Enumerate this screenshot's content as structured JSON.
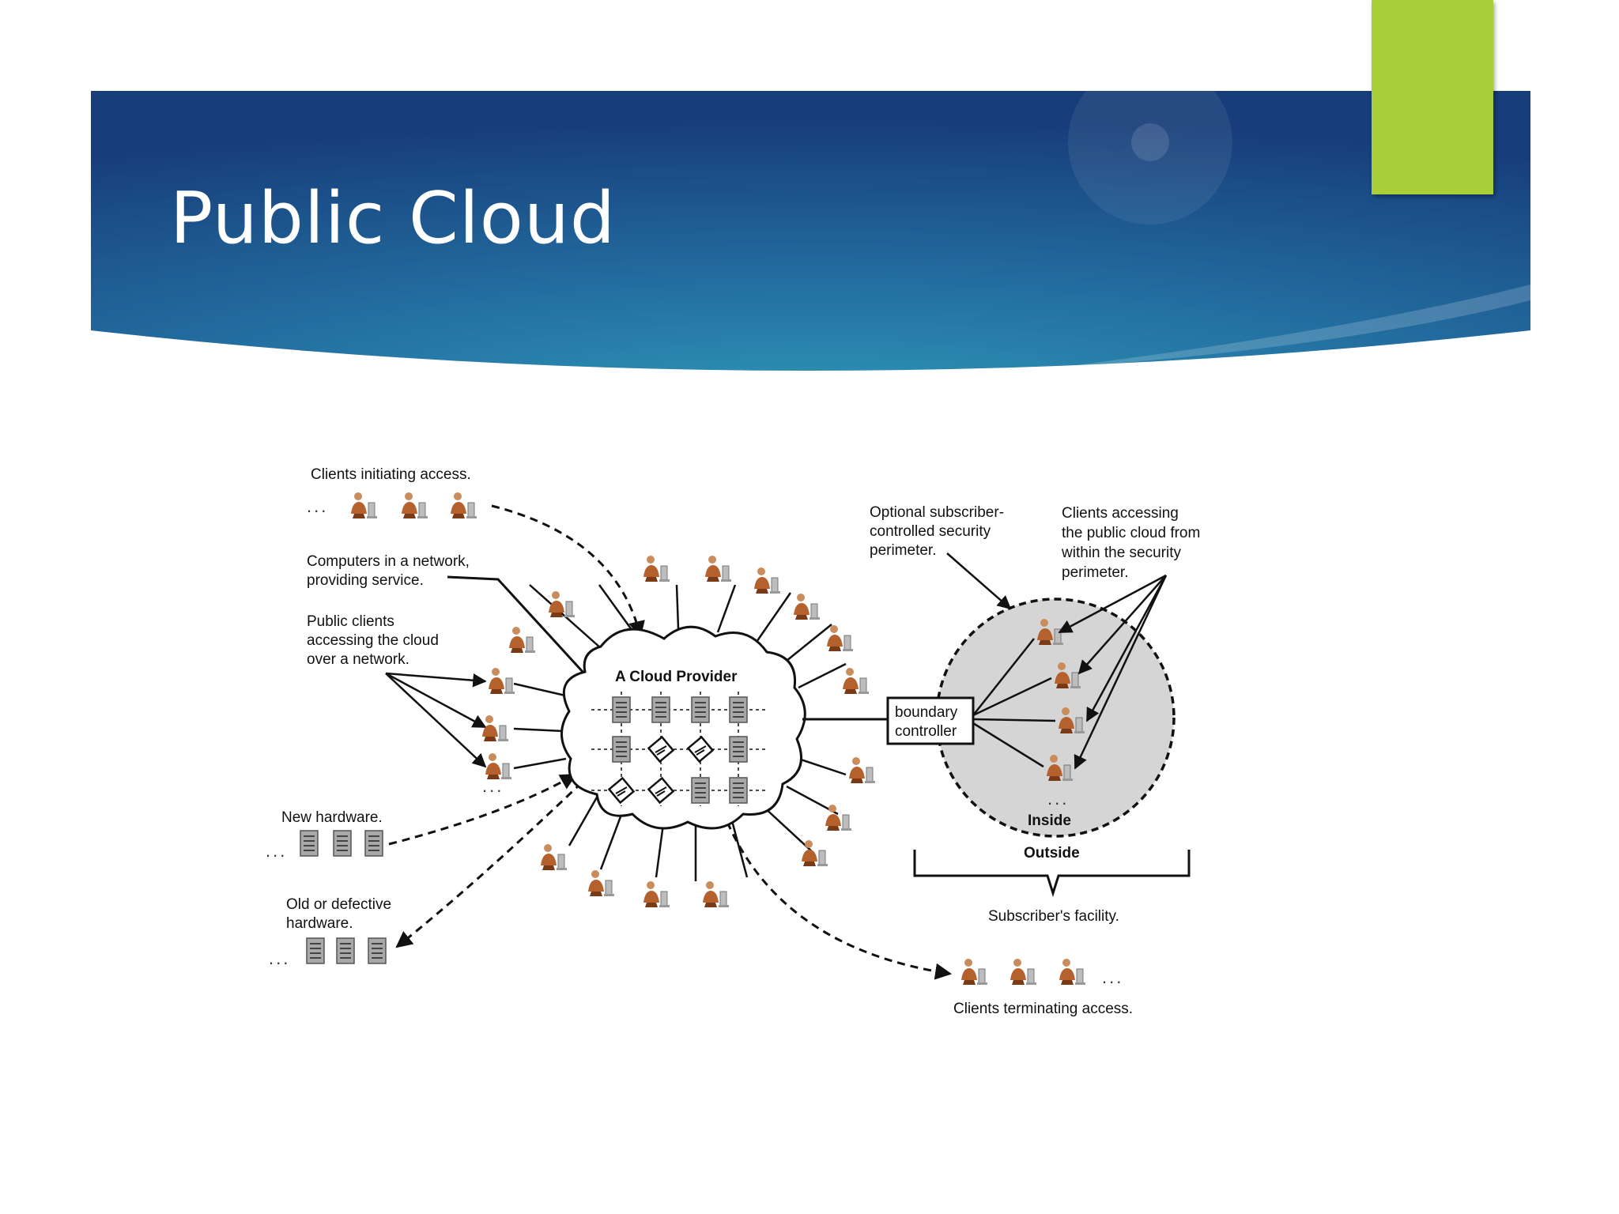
{
  "slide": {
    "title": "Public Cloud",
    "colors": {
      "banner_dark": "#1b4f86",
      "banner_light": "#2a8fb0",
      "accent": "#a9cf38"
    }
  },
  "diagram": {
    "cloud_title": "A Cloud Provider",
    "labels": {
      "clients_initiating": "Clients initiating access.",
      "computers_line1": "Computers in a network,",
      "computers_line2": "providing service.",
      "public_clients_line1": "Public clients",
      "public_clients_line2": "accessing the cloud",
      "public_clients_line3": "over a network.",
      "new_hardware": "New hardware.",
      "old_hardware_line1": "Old or defective",
      "old_hardware_line2": "hardware.",
      "optional_line1": "Optional subscriber-",
      "optional_line2": "controlled security",
      "optional_line3": "perimeter.",
      "clients_accessing_line1": "Clients accessing",
      "clients_accessing_line2": "the public cloud from",
      "clients_accessing_line3": "within the security",
      "clients_accessing_line4": "perimeter.",
      "boundary_line1": "boundary",
      "boundary_line2": "controller",
      "inside": "Inside",
      "outside": "Outside",
      "subscriber_facility": "Subscriber's facility.",
      "clients_terminating": "Clients terminating access.",
      "ellipsis": "..."
    },
    "icons": [
      "person-at-computer-icon",
      "server-icon",
      "defective-server-icon"
    ]
  }
}
